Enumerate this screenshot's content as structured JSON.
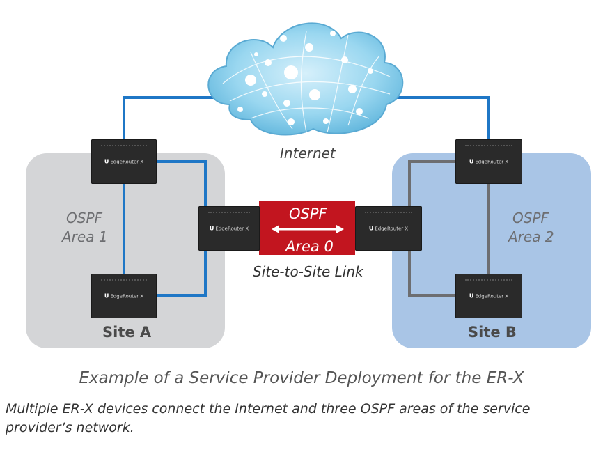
{
  "diagram": {
    "cloud_label": "Internet",
    "site_a": {
      "area_line1": "OSPF",
      "area_line2": "Area 1",
      "name": "Site A"
    },
    "site_b": {
      "area_line1": "OSPF",
      "area_line2": "Area 2",
      "name": "Site B"
    },
    "backbone": {
      "line1": "OSPF",
      "line2": "Area 0",
      "link_label": "Site-to-Site Link"
    },
    "router": {
      "logo": "U",
      "model": "EdgeRouter X"
    },
    "colors": {
      "site_a_bg": "#d4d5d7",
      "site_b_bg": "#a9c5e6",
      "link_blue": "#1f77c6",
      "link_gray": "#6d6e71",
      "backbone_red": "#c2151f",
      "cloud": "#7ec8e8",
      "router": "#2a2a2a"
    }
  },
  "caption": "Example of a Service Provider Deployment for the ER-X",
  "description": "Multiple ER-X devices connect the Internet and three OSPF areas of the service provider’s network."
}
